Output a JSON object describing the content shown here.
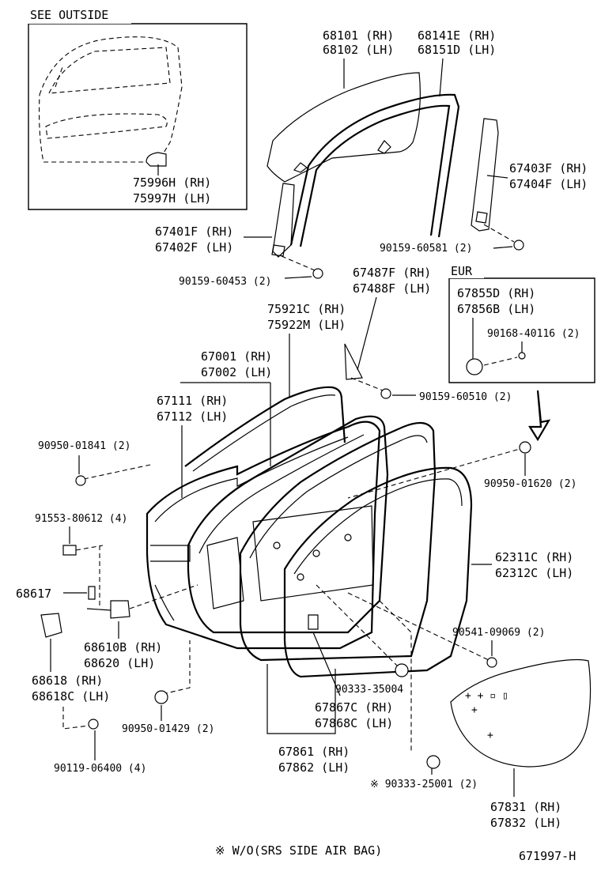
{
  "inset_outside": {
    "title": "SEE OUTSIDE",
    "part_rh": "75996H (RH)",
    "part_lh": "75997H (LH)"
  },
  "inset_eur": {
    "title": "EUR",
    "line1": "67855D (RH)",
    "line2": "67856B (LH)",
    "line3": "90168-40116 (2)"
  },
  "labels": {
    "p68101": "68101 (RH)",
    "p68102": "68102 (LH)",
    "p68141": "68141E (RH)",
    "p68151": "68151D (LH)",
    "p67403": "67403F (RH)",
    "p67404": "67404F (LH)",
    "p90159_581": "90159-60581 (2)",
    "p67401": "67401F (RH)",
    "p67402": "67402F (LH)",
    "p90159_453": "90159-60453 (2)",
    "p67487": "67487F (RH)",
    "p67488": "67488F (LH)",
    "p75921": "75921C (RH)",
    "p75922": "75922M (LH)",
    "p67001": "67001 (RH)",
    "p67002": "67002 (LH)",
    "p67111": "67111 (RH)",
    "p67112": "67112 (LH)",
    "p90159_510": "90159-60510 (2)",
    "p90950_841": "90950-01841 (2)",
    "p90950_620": "90950-01620 (2)",
    "p91553": "91553-80612 (4)",
    "p62311": "62311C (RH)",
    "p62312": "62312C (LH)",
    "p68617": "68617",
    "p90541": "90541-09069 (2)",
    "p68610": "68610B (RH)",
    "p68620": "68620  (LH)",
    "p68618": "68618  (RH)",
    "p68618c": "68618C (LH)",
    "p90333_004": "90333-35004",
    "p67867": "67867C (RH)",
    "p67868": "67868C (LH)",
    "p90950_429": "90950-01429 (2)",
    "p67861": "67861 (RH)",
    "p67862": "67862 (LH)",
    "p90119": "90119-06400 (4)",
    "p90333_001": "※ 90333-25001 (2)",
    "p67831": "67831 (RH)",
    "p67832": "67832 (LH)"
  },
  "footnote": "※ W/O(SRS SIDE AIR BAG)",
  "diagram_code": "671997-H"
}
